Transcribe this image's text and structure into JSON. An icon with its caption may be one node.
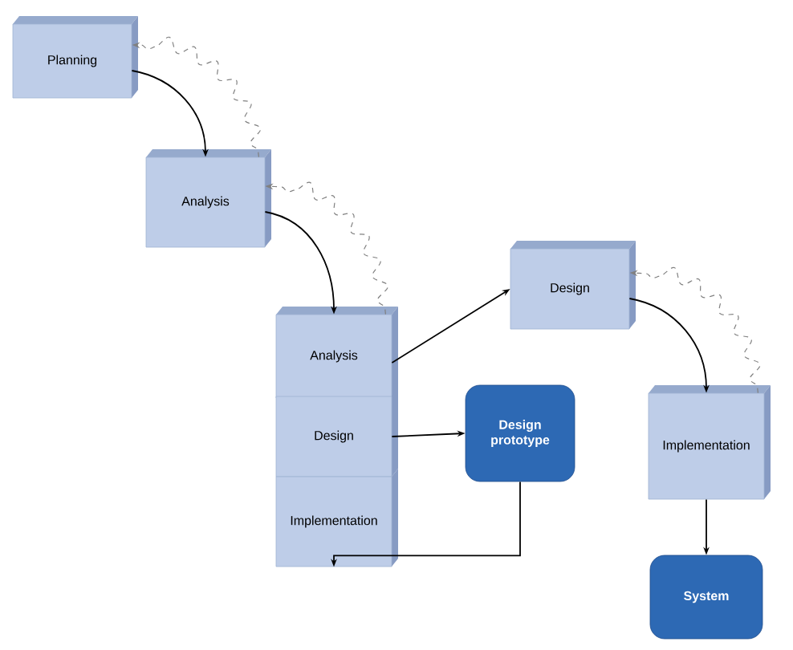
{
  "diagram": {
    "nodes": [
      {
        "text": [
          "Planning"
        ]
      },
      {
        "text": [
          "Analysis"
        ]
      },
      {
        "text": [
          "Analysis"
        ]
      },
      {
        "text": [
          "Design"
        ]
      },
      {
        "text": [
          "Implementation"
        ]
      },
      {
        "text": [
          "Design"
        ]
      },
      {
        "text": [
          "Design prototype"
        ]
      },
      {
        "text": [
          "Implementation"
        ]
      },
      {
        "text": [
          "System"
        ]
      }
    ],
    "edges": [
      {
        "from": 0,
        "to": 1,
        "arrow": "to"
      },
      {
        "from": 1,
        "to": 0,
        "arrow": "to",
        "style": "dashed",
        "color": "#808080"
      },
      {
        "from": 1,
        "to": 2,
        "arrow": "to"
      },
      {
        "from": 2,
        "to": 1,
        "arrow": "to",
        "style": "dashed",
        "color": "#808080"
      },
      {
        "from": 2,
        "to": 5,
        "arrow": "to"
      },
      {
        "from": 3,
        "to": 6,
        "arrow": "to"
      },
      {
        "from": 6,
        "to": 4,
        "arrow": "to"
      },
      {
        "from": 5,
        "to": 7,
        "arrow": "to"
      },
      {
        "from": 7,
        "to": 5,
        "arrow": "to",
        "style": "dashed",
        "color": "#808080"
      },
      {
        "from": 7,
        "to": 8,
        "arrow": "to"
      }
    ]
  }
}
